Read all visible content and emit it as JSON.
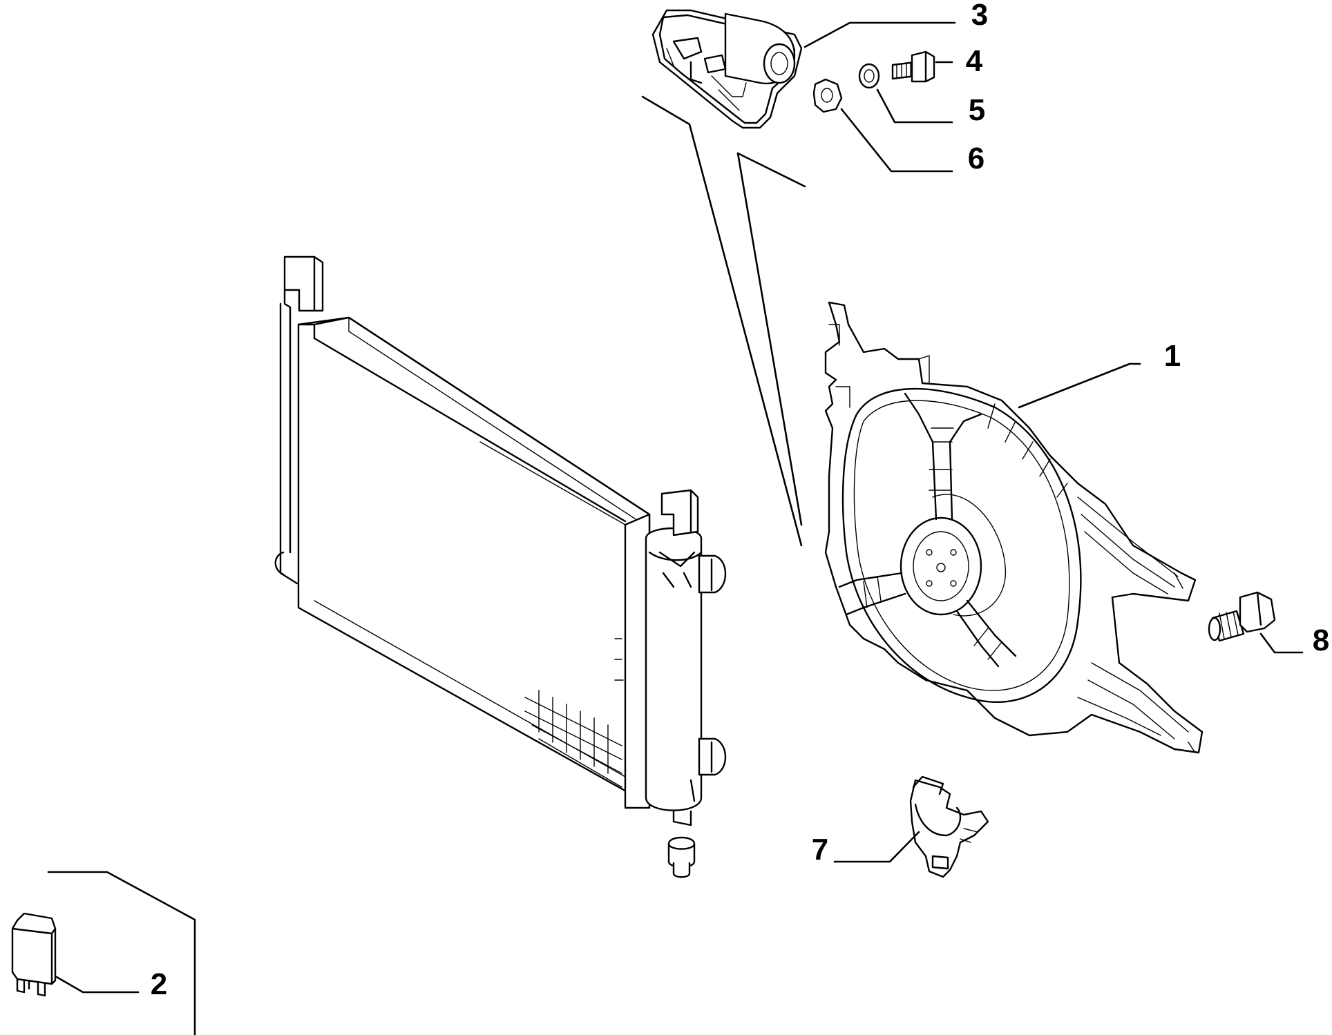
{
  "diagram": {
    "callouts": [
      {
        "id": "1",
        "label": "1",
        "part": "fan-shroud"
      },
      {
        "id": "2",
        "label": "2",
        "part": "relay"
      },
      {
        "id": "3",
        "label": "3",
        "part": "resistor"
      },
      {
        "id": "4",
        "label": "4",
        "part": "screw"
      },
      {
        "id": "5",
        "label": "5",
        "part": "washer"
      },
      {
        "id": "6",
        "label": "6",
        "part": "nut"
      },
      {
        "id": "7",
        "label": "7",
        "part": "clip"
      },
      {
        "id": "8",
        "label": "8",
        "part": "bolt"
      }
    ]
  },
  "colors": {
    "line": "#000000",
    "background": "#ffffff"
  }
}
